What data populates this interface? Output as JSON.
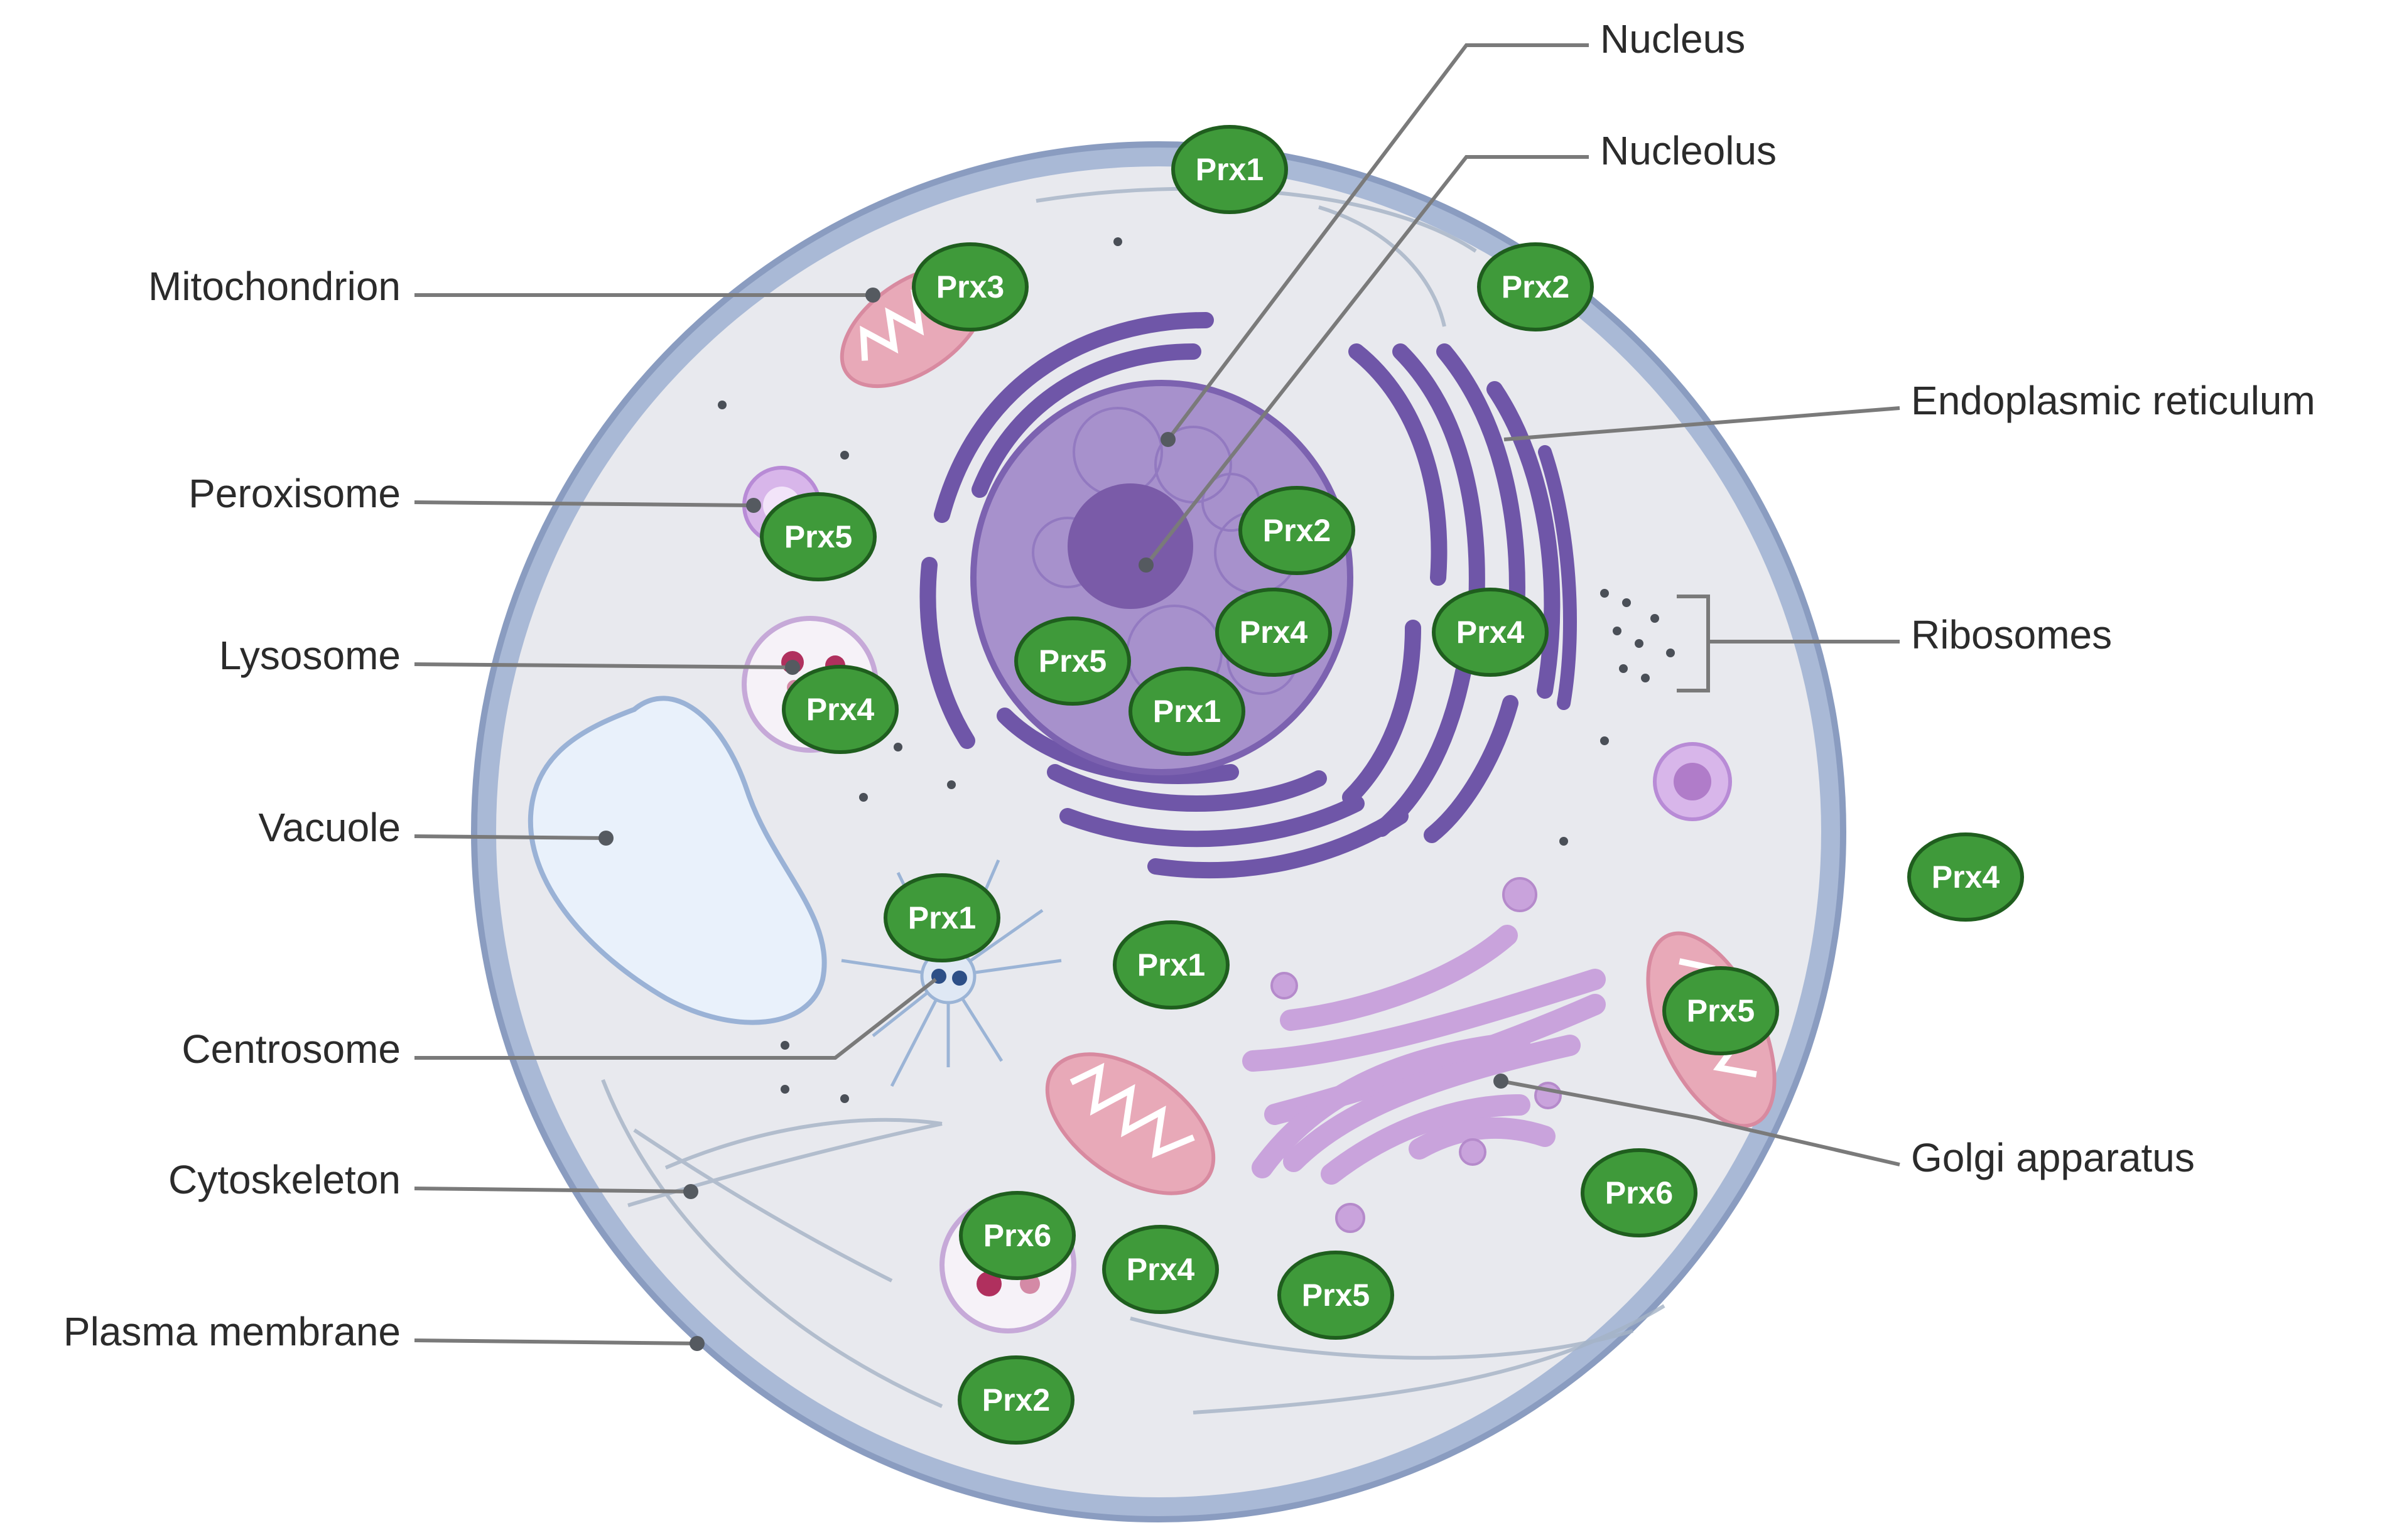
{
  "labels": {
    "nucleus": "Nucleus",
    "nucleolus": "Nucleolus",
    "mitochondrion": "Mitochondrion",
    "peroxisome": "Peroxisome",
    "lysosome": "Lysosome",
    "vacuole": "Vacuole",
    "centrosome": "Centrosome",
    "cytoskeleton": "Cytoskeleton",
    "plasma_membrane": "Plasma membrane",
    "endoplasmic_reticulum": "Endoplasmic reticulum",
    "ribosomes": "Ribosomes",
    "golgi_apparatus": "Golgi apparatus"
  },
  "badges": [
    "Prx1",
    "Prx3",
    "Prx2",
    "Prx5",
    "Prx2",
    "Prx4",
    "Prx4",
    "Prx5",
    "Prx1",
    "Prx4",
    "Prx1",
    "Prx1",
    "Prx4",
    "Prx5",
    "Prx6",
    "Prx6",
    "Prx4",
    "Prx5",
    "Prx2"
  ],
  "colors": {
    "badge_fill": "#3f9a3a",
    "badge_stroke": "#1f5e1e",
    "membrane": "#9fb2cf",
    "cytoplasm": "#e8e9ee",
    "nucleus": "#a791cc",
    "er": "#6f56a8",
    "golgi": "#c9a3dc",
    "mitochondrion": "#e8a9b8"
  }
}
